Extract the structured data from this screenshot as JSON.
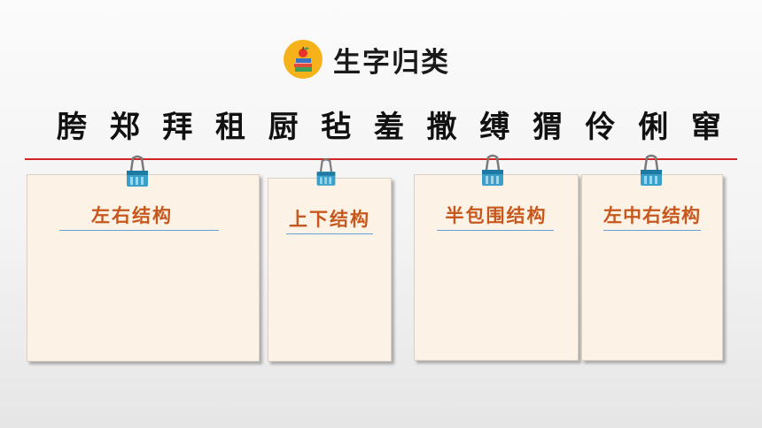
{
  "header": {
    "title": "生字归类",
    "icon": "books-apple-icon",
    "badge_color": "#f6b21a"
  },
  "characters": [
    "胯",
    "郑",
    "拜",
    "租",
    "厨",
    "毡",
    "羞",
    "撒",
    "缚",
    "猬",
    "伶",
    "俐",
    "窜"
  ],
  "categories": [
    {
      "label": "左右结构"
    },
    {
      "label": "上下结构"
    },
    {
      "label": "半包围结构"
    },
    {
      "label": "左中右结构"
    }
  ],
  "colors": {
    "divider": "#d22626",
    "category_text": "#c7581d",
    "card_background": "#fdf2e6",
    "underline": "#6b9ed3",
    "clip": "#3aa0c9"
  }
}
